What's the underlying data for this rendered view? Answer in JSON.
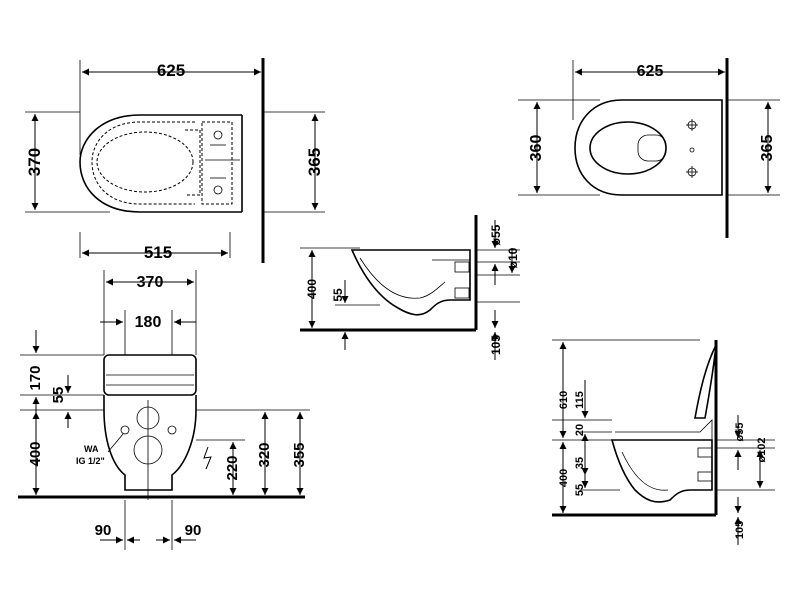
{
  "top_view_left": {
    "width_top": "625",
    "width_bottom": "515",
    "depth_left": "370",
    "depth_right": "365"
  },
  "top_view_right": {
    "width": "625",
    "depth_left": "360",
    "depth_right": "365"
  },
  "side_view_middle": {
    "height_total": "400",
    "height_inner": "55",
    "pipe_top": "ø55",
    "pipe_small": "ø10",
    "floor_gap": "105"
  },
  "front_view": {
    "width_outer": "370",
    "width_inner": "180",
    "h_seat": "170",
    "h_55": "55",
    "h_400": "400",
    "h_220": "220",
    "h_320": "320",
    "h_355": "355",
    "spacing_left": "90",
    "spacing_right": "90",
    "wa_label": "WA",
    "ig_label": "IG 1/2\""
  },
  "side_view_right": {
    "h_610": "610",
    "h_115": "115",
    "h_20": "20",
    "h_35": "35",
    "h_55": "55",
    "h_400": "400",
    "pipe_top": "ø55",
    "pipe_big": "ø102",
    "floor_gap": "105"
  }
}
